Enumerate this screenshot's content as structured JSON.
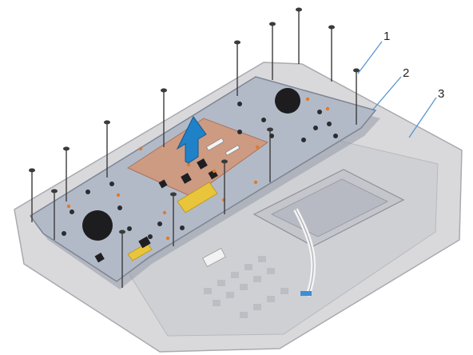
{
  "callouts": [
    {
      "label": "1",
      "target": "screws"
    },
    {
      "label": "2",
      "target": "keyboard-support-plate"
    },
    {
      "label": "3",
      "target": "palm-rest-assembly"
    }
  ],
  "colors": {
    "palm_rest": "#d9d9dc",
    "palm_rest_edge": "#a9aab0",
    "support_plate": "#b3bac7",
    "support_plate_edge": "#7d8493",
    "copper_pad": "#cd9a82",
    "yellow_tape": "#e8c53a",
    "arrow_blue": "#1f82c9",
    "callout_line": "#4f8fce",
    "screw": "#3a3a3a"
  },
  "icons": {
    "lift_arrow": "arrow-up-icon"
  }
}
